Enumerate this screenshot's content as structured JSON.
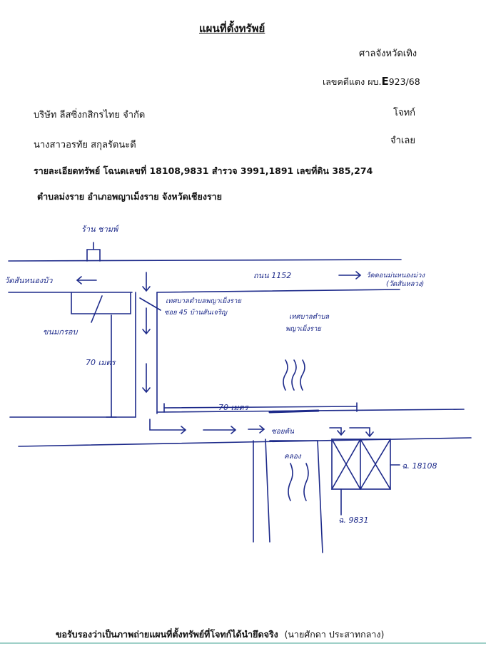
{
  "header": {
    "title": "แผนที่ตั้งทรัพย์",
    "court": "ศาลจังหวัดเทิง",
    "case_prefix": "เลขคดีแดง ผบ.",
    "case_letter": "E",
    "case_number": "923/68"
  },
  "parties": {
    "plaintiff_name": "บริษัท ลีสซิ่งกสิกรไทย จำกัด",
    "plaintiff_role": "โจทก์",
    "defendant_name": "นางสาวอรทัย สกุลรัตนะดี",
    "defendant_role": "จำเลย"
  },
  "property": {
    "detail": "รายละเอียดทรัพย์ โฉนดเลขที่ 18108,9831 สำรวจ 3991,1891 เลขที่ดิน 385,274",
    "location": "ตำบลม่งราย อำเภอพญาเม็งราย จังหวัดเชียงราย"
  },
  "sketch": {
    "shop_label": "ร้าน ชามพ์",
    "temple_left": "วัดสันหนองบัว",
    "road_label": "ถนน 1152",
    "temple_right_1": "วัดดอนม่นหนองม่วง",
    "temple_right_2": "(วัดสันหลวง)",
    "office_label_1": "เทศบาลตำบลพญาเม็งราย",
    "office_label_2": "ซอย 45 บ้านสันเจริญ",
    "office_label_3": "เทศบาลตำบล",
    "office_label_4": "พญาเม็งราย",
    "left_building": "ขนมกรอบ",
    "dist_vertical": "70 เมตร",
    "dist_horizontal": "70 เมตร",
    "dead_end": "ซอยตัน",
    "drain": "คลอง",
    "deed_right": "ฉ. 18108",
    "deed_bottom": "ฉ. 9831"
  },
  "footer": {
    "certification": "ขอรับรองว่าเป็นภาพถ่ายแผนที่ตั้งทรัพย์ที่โจทก์ได้นำยึดจริง",
    "certifier": "(นายศักดา ประสาทกลาง)"
  },
  "colors": {
    "ink": "#1d2a8a",
    "text": "#111111"
  }
}
